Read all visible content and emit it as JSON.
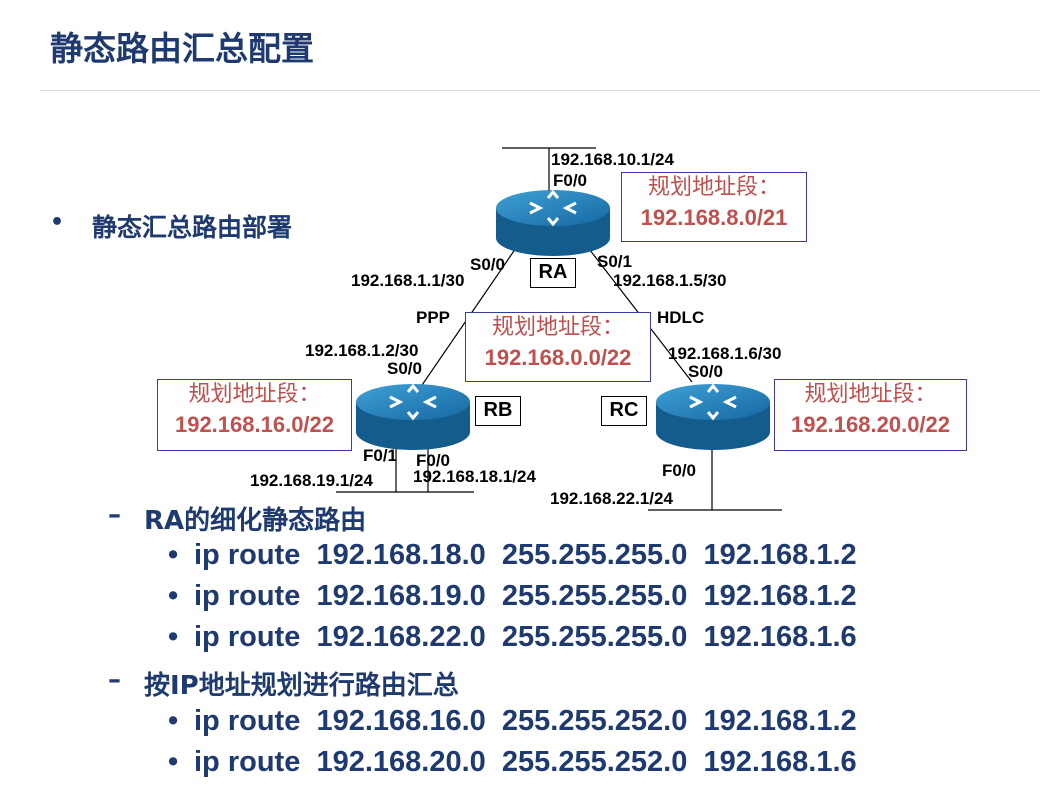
{
  "title": "静态路由汇总配置",
  "bullet": "静态汇总路由部署",
  "diagram": {
    "routers": {
      "ra": "RA",
      "rb": "RB",
      "rc": "RC"
    },
    "labels": {
      "ra_lan_ip": "192.168.10.1/24",
      "ra_f00": "F0/0",
      "ra_s00": "S0/0",
      "ra_s01": "S0/1",
      "ra_s00_ip": "192.168.1.1/30",
      "ra_s01_ip": "192.168.1.5/30",
      "ppp": "PPP",
      "hdlc": "HDLC",
      "rb_s00_ip": "192.168.1.2/30",
      "rb_s00": "S0/0",
      "rc_s00_ip": "192.168.1.6/30",
      "rc_s00": "S0/0",
      "rb_f01": "F0/1",
      "rb_f00": "F0/0",
      "rb_f01_ip": "192.168.19.1/24",
      "rb_f00_ip": "192.168.18.1/24",
      "rc_f00": "F0/0",
      "rc_f00_ip": "192.168.22.1/24"
    },
    "plans": {
      "ra": {
        "heading": "规划地址段：",
        "net": "192.168.8.0/21"
      },
      "center": {
        "heading": "规划地址段：",
        "net": "192.168.0.0/22"
      },
      "rb": {
        "heading": "规划地址段：",
        "net": "192.168.16.0/22"
      },
      "rc": {
        "heading": "规划地址段：",
        "net": "192.168.20.0/22"
      }
    }
  },
  "sections": [
    {
      "dash": "–",
      "heading": "RA的细化静态路由",
      "routes": [
        "ip route  192.168.18.0  255.255.255.0  192.168.1.2",
        "ip route  192.168.19.0  255.255.255.0  192.168.1.2",
        "ip route  192.168.22.0  255.255.255.0  192.168.1.6"
      ]
    },
    {
      "dash": "–",
      "heading": "按IP地址规划进行路由汇总",
      "routes": [
        "ip route  192.168.16.0  255.255.252.0  192.168.1.2",
        "ip route  192.168.20.0  255.255.252.0  192.168.1.6"
      ]
    }
  ],
  "colors": {
    "title": "#1f3a70",
    "plan_text": "#c0504d",
    "plan_border": "#3a3aa0",
    "router": "#1b7ab5"
  }
}
